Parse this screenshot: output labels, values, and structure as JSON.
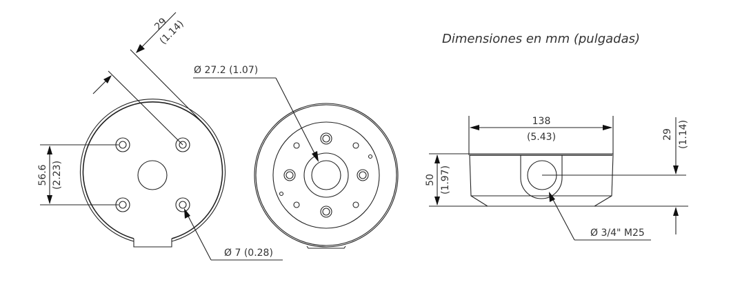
{
  "title": "Dimensiones en mm (pulgadas)",
  "left_view": {
    "diag_dim_mm": "29",
    "diag_dim_in": "(1.14)",
    "vert_dim_mm": "56.6",
    "vert_dim_in": "(2.23)",
    "hole_label": "Ø 7 (0.28)"
  },
  "middle_view": {
    "hub_label": "Ø 27.2 (1.07)"
  },
  "side_view": {
    "width_mm": "138",
    "width_in": "(5.43)",
    "height_mm": "50",
    "height_in": "(1.97)",
    "offset_mm": "29",
    "offset_in": "(1.14)",
    "conduit_label": "Ø 3/4\" M25"
  }
}
